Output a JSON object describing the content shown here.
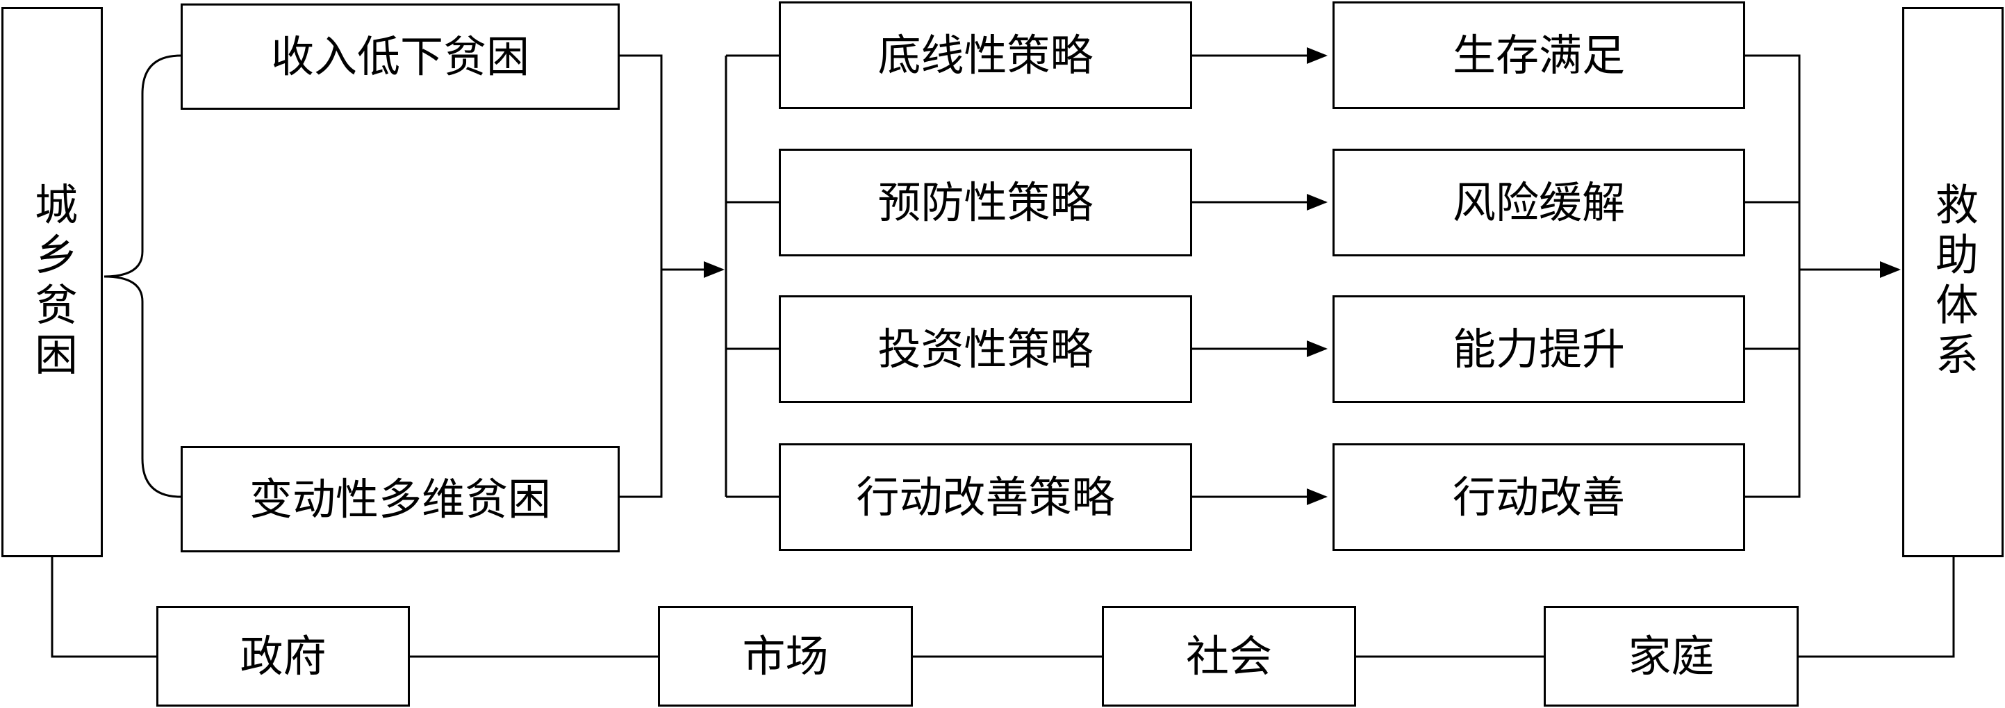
{
  "diagram": {
    "left": {
      "title": "城乡贫困"
    },
    "right": {
      "title": "救助体系"
    },
    "poverty_types": [
      "收入低下贫困",
      "变动性多维贫困"
    ],
    "strategies": [
      "底线性策略",
      "预防性策略",
      "投资性策略",
      "行动改善策略"
    ],
    "outcomes": [
      "生存满足",
      "风险缓解",
      "能力提升",
      "行动改善"
    ],
    "actors": [
      "政府",
      "市场",
      "社会",
      "家庭"
    ]
  }
}
